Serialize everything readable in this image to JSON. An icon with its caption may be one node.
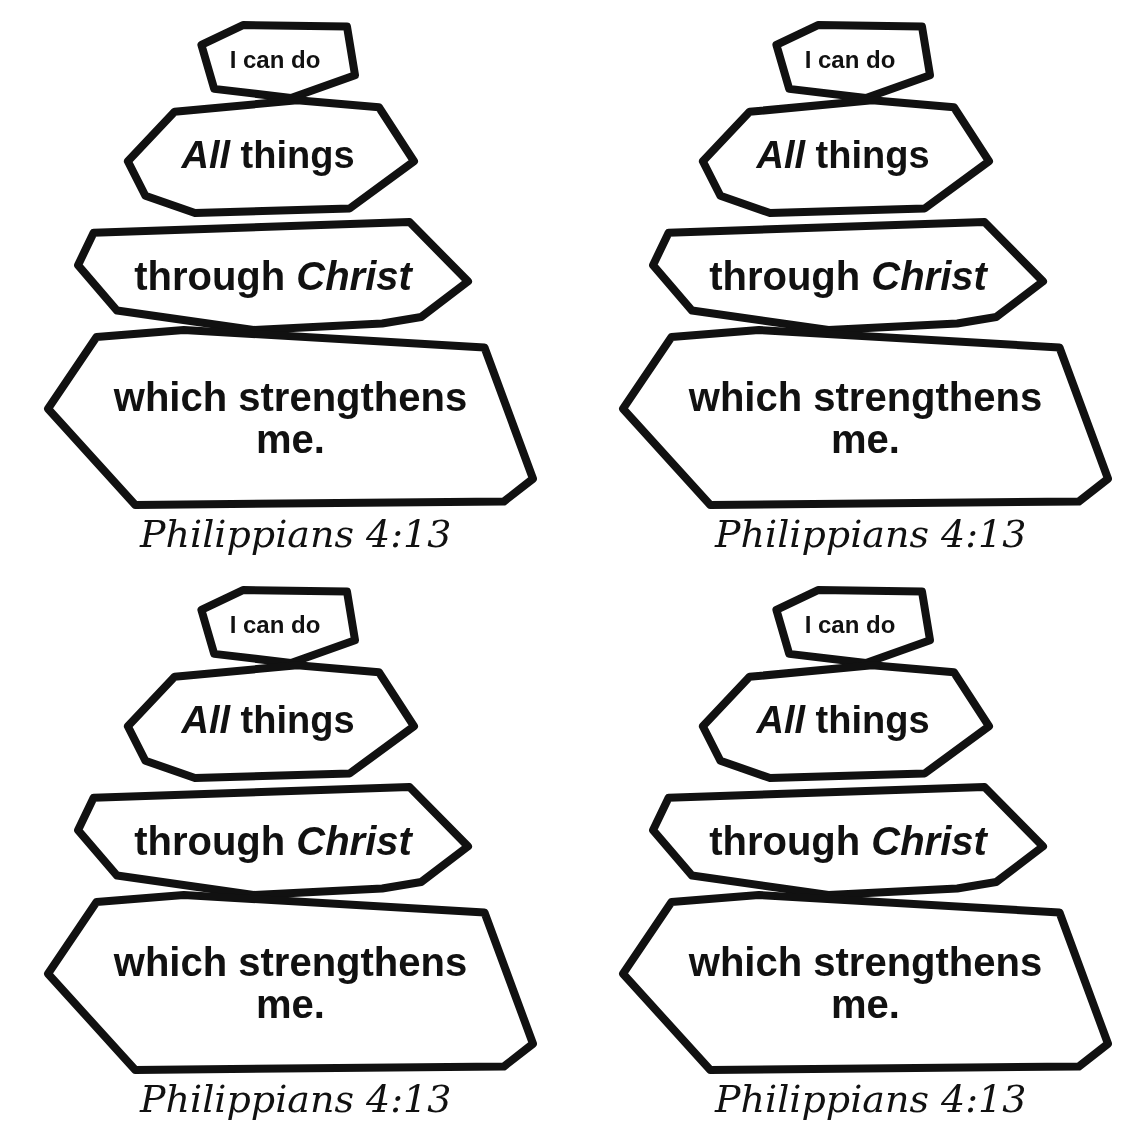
{
  "diagram": {
    "nodes": [
      {
        "text": [
          "I can do"
        ]
      },
      {
        "text": [
          "*All* things"
        ]
      },
      {
        "text": [
          "through *Christ*"
        ]
      },
      {
        "text": [
          "which strengthens me."
        ]
      },
      {
        "text": [
          "I can do"
        ]
      },
      {
        "text": [
          "*All* things"
        ]
      },
      {
        "text": [
          "through *Christ*"
        ]
      },
      {
        "text": [
          "which strengthens me."
        ]
      },
      {
        "text": [
          "I can do"
        ]
      },
      {
        "text": [
          "*All* things"
        ]
      },
      {
        "text": [
          "through *Christ*"
        ]
      },
      {
        "text": [
          "which strengthens me."
        ]
      },
      {
        "text": [
          "I can do"
        ]
      },
      {
        "text": [
          "*All* things"
        ]
      },
      {
        "text": [
          "through *Christ*"
        ]
      },
      {
        "text": [
          "which strengthens me."
        ]
      }
    ],
    "edges": [],
    "labels": [
      "Philippians 4:13",
      "Philippians 4:13",
      "Philippians 4:13",
      "Philippians 4:13"
    ]
  }
}
